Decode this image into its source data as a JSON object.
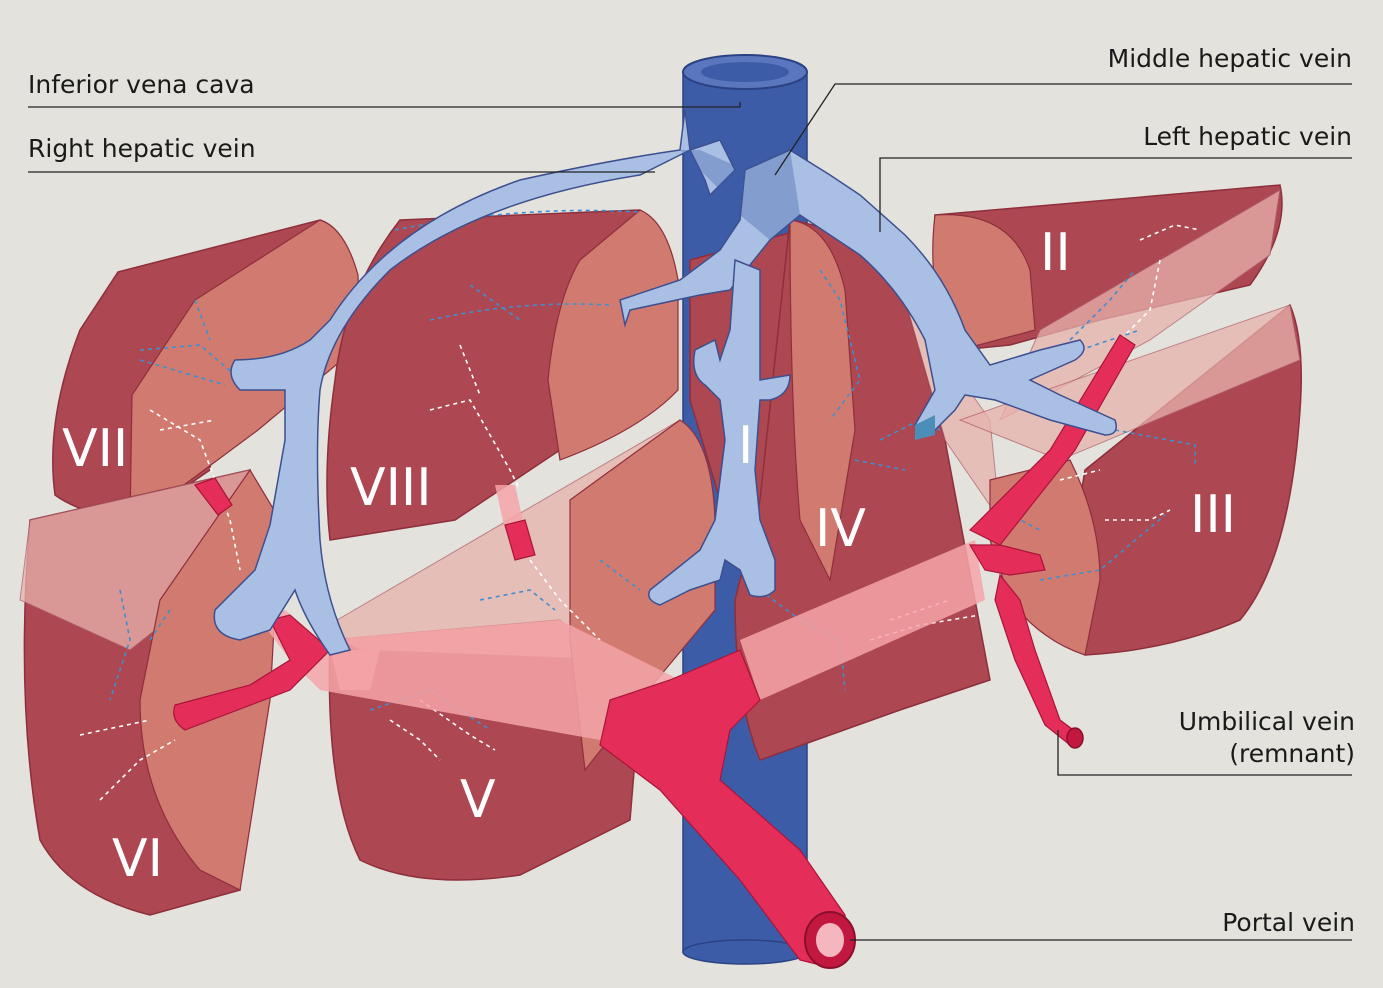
{
  "labels": {
    "ivc": "Inferior vena cava",
    "rhv": "Right hepatic vein",
    "mhv": "Middle hepatic vein",
    "lhv": "Left hepatic vein",
    "umb_line1": "Umbilical vein",
    "umb_line2": "(remnant)",
    "portal": "Portal vein"
  },
  "segments": {
    "s1": "I",
    "s2": "II",
    "s3": "III",
    "s4": "IV",
    "s5": "V",
    "s6": "VI",
    "s7": "VII",
    "s8": "VIII"
  },
  "colors": {
    "background": "#e3e2dc",
    "liver_segment": "#ad4752",
    "cut_face": "#d17b70",
    "vena_cava": "#3d5ca8",
    "hepatic_vein": "#a9c0e4",
    "portal_vein": "#e52d5a"
  }
}
